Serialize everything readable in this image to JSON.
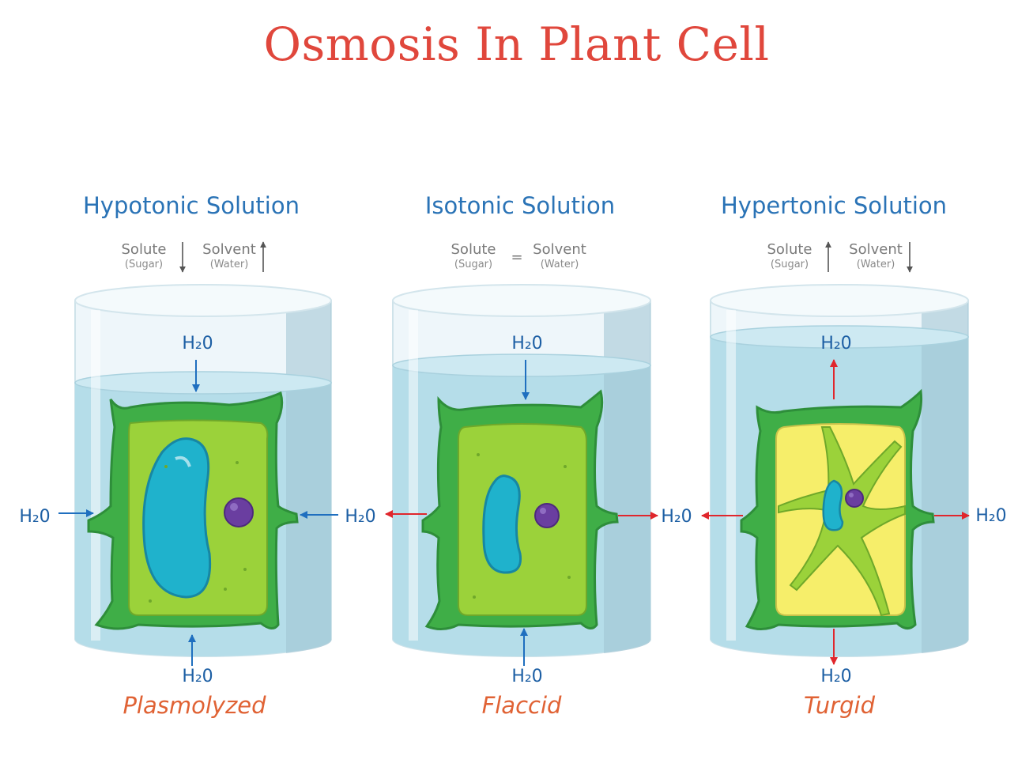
{
  "title": "Osmosis In Plant Cell",
  "colors": {
    "title": "#e0473c",
    "heading": "#2a73b6",
    "state_label": "#e06234",
    "inflow_arrow": "#1f6fbf",
    "outflow_arrow": "#e0262c",
    "cell_wall": "#2fa84a",
    "cytoplasm": "#9bd23a",
    "vacuole": "#1fb2cc",
    "nucleus": "#6a3ea0",
    "yellow_vacuole": "#f6ee6a",
    "water": "#b5dde9"
  },
  "panels": [
    {
      "heading": "Hypotonic Solution",
      "solute_label": "Solute",
      "solute_sub": "(Sugar)",
      "solvent_label": "Solvent",
      "solvent_sub": "(Water)",
      "state_label": "Plasmolyzed",
      "water_labels": {
        "top": "H₂0",
        "bottom": "H₂0",
        "left": "H₂0",
        "right": "H₂0"
      }
    },
    {
      "heading": "Isotonic Solution",
      "solute_label": "Solute",
      "solute_sub": "(Sugar)",
      "relation_symbol": "=",
      "solvent_label": "Solvent",
      "solvent_sub": "(Water)",
      "state_label": "Flaccid",
      "water_labels": {
        "top": "H₂0",
        "bottom": "H₂0",
        "right": "H₂0"
      }
    },
    {
      "heading": "Hypertonic Solution",
      "solute_label": "Solute",
      "solute_sub": "(Sugar)",
      "solvent_label": "Solvent",
      "solvent_sub": "(Water)",
      "state_label": "Turgid",
      "water_labels": {
        "top": "H₂0",
        "bottom": "H₂0",
        "right": "H₂0"
      }
    }
  ]
}
